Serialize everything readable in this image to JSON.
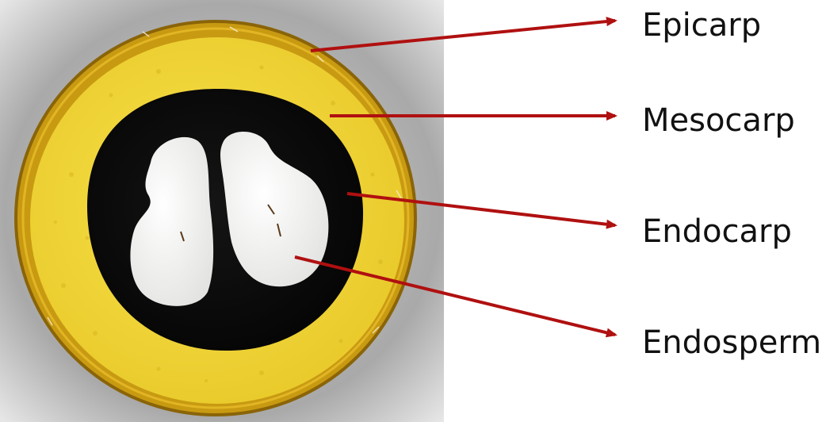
{
  "colors": {
    "background": "#ffffff",
    "arrow": "#b01010",
    "epicarp": "#c89a12",
    "mesocarp": "#f2d53a",
    "endocarp": "#0c0c0c",
    "endosperm": "#f1f1ef",
    "photo_backdrop": "#bfbfbf"
  },
  "labels": {
    "epicarp": "Epicarp",
    "mesocarp": "Mesocarp",
    "endocarp": "Endocarp",
    "endosperm": "Endosperm"
  }
}
